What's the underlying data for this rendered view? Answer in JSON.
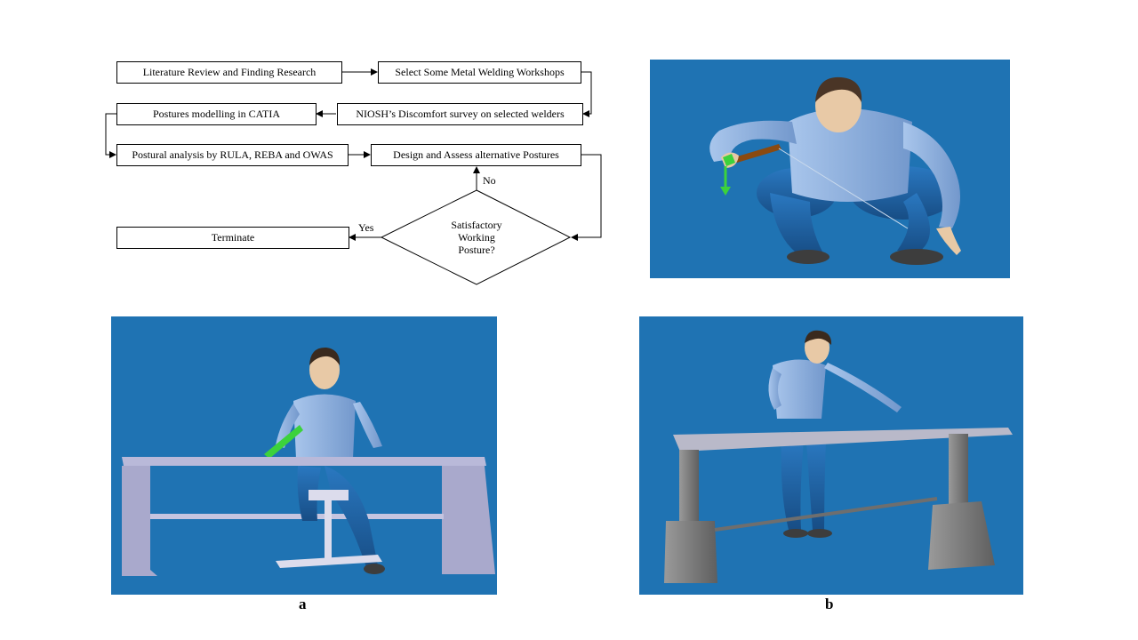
{
  "flowchart": {
    "literature": "Literature Review and Finding Research",
    "select_workshops": "Select Some Metal Welding Workshops",
    "catia": "Postures modelling in CATIA",
    "niosh": "NIOSH’s Discomfort survey on selected welders",
    "postural_analysis": "Postural analysis by RULA, REBA and OWAS",
    "design_assess": "Design and Assess alternative Postures",
    "terminate": "Terminate",
    "decision_line1": "Satisfactory",
    "decision_line2": "Working",
    "decision_line3": "Posture?",
    "yes_label": "Yes",
    "no_label": "No"
  },
  "captions": {
    "a": "a",
    "b": "b"
  },
  "colors": {
    "panel_background": "#1f73b3",
    "body_suit": "#8fb3e0",
    "legs": "#1e5f9e",
    "table_light": "#b9b9d9",
    "table_dark": "#7d7d7d",
    "highlight_green": "#3cd23c"
  }
}
